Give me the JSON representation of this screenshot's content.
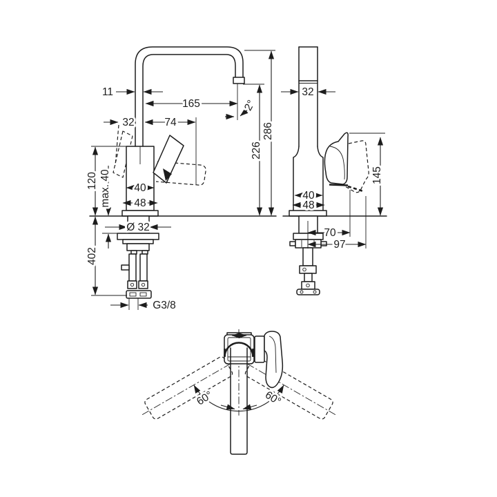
{
  "colors": {
    "line": "#1d1d1d",
    "background": "#ffffff"
  },
  "side": {
    "d11": "11",
    "d165": "165",
    "d32": "32",
    "d74": "74",
    "d2deg": "2°",
    "d286": "286",
    "d226": "226",
    "d120": "120",
    "dmax40": "max. 40",
    "d40": "40",
    "d48": "48",
    "do32": "Ø 32",
    "d402": "402",
    "dg38": "G3/8"
  },
  "front": {
    "d32": "32",
    "d145": "145",
    "d40": "40",
    "d48": "48",
    "d70": "70",
    "d97": "97"
  },
  "top": {
    "d60l": "60°",
    "d60r": "60°"
  }
}
